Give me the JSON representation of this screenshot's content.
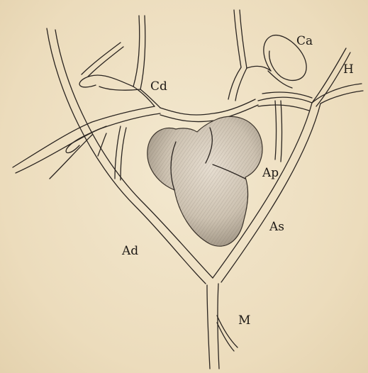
{
  "figure": {
    "labels": {
      "cd": "Cd",
      "ca": "Ca",
      "h": "H",
      "ap": "Ap",
      "as": "As",
      "ad": "Ad",
      "m": "M"
    }
  },
  "colors": {
    "paper": "#eee0c4",
    "ink": "#2a2420",
    "heart_fill": "#cfc4b3"
  }
}
